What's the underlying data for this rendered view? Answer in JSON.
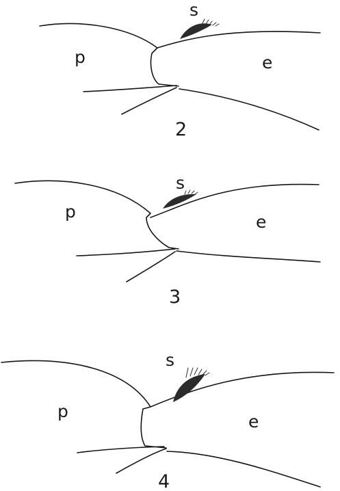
{
  "figures": [
    {
      "number": "2",
      "left_label": "p",
      "right_label": "e",
      "top_label": "s"
    },
    {
      "number": "3",
      "left_label": "p",
      "right_label": "e",
      "top_label": "s"
    },
    {
      "number": "4",
      "left_label": "p",
      "right_label": "e",
      "top_label": "s"
    }
  ]
}
